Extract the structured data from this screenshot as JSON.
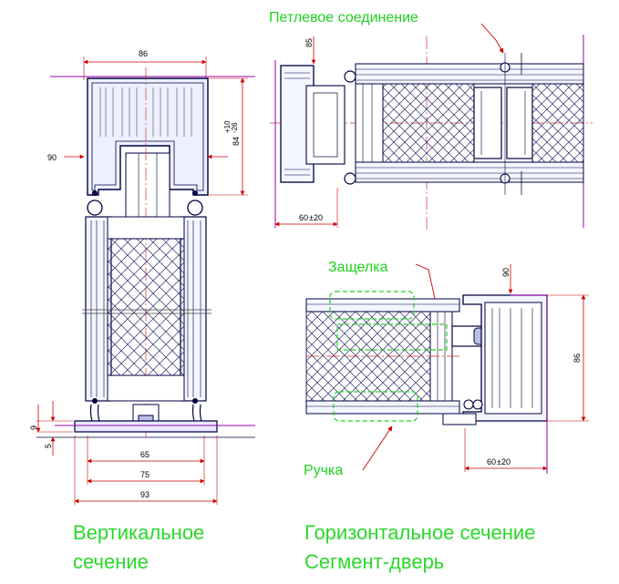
{
  "captions": {
    "vertical_line1": "Вертикальное",
    "vertical_line2": "сечение",
    "horizontal_line1": "Горизонтальное сечение",
    "horizontal_line2": "Сегмент-дверь"
  },
  "callouts": {
    "hinge": "Петлевое соединение",
    "latch": "Защелка",
    "handle": "Ручка"
  },
  "dimensions": {
    "v_width_top": "86",
    "v_left": "90",
    "v_height": "84",
    "v_tol_plus": "+10",
    "v_tol_minus": "-26",
    "v_9": "9",
    "v_5": "5",
    "v_65": "65",
    "v_75": "75",
    "v_93": "93",
    "h1_85": "85",
    "h1_60": "60",
    "h2_90": "90",
    "h2_86": "86",
    "h2_60": "60",
    "tol20": "20"
  },
  "colors": {
    "line": "#000040",
    "accent_green": "#22d022",
    "dim_red": "#cc0000",
    "magenta": "#9900aa",
    "centerline": "#cc3333"
  }
}
